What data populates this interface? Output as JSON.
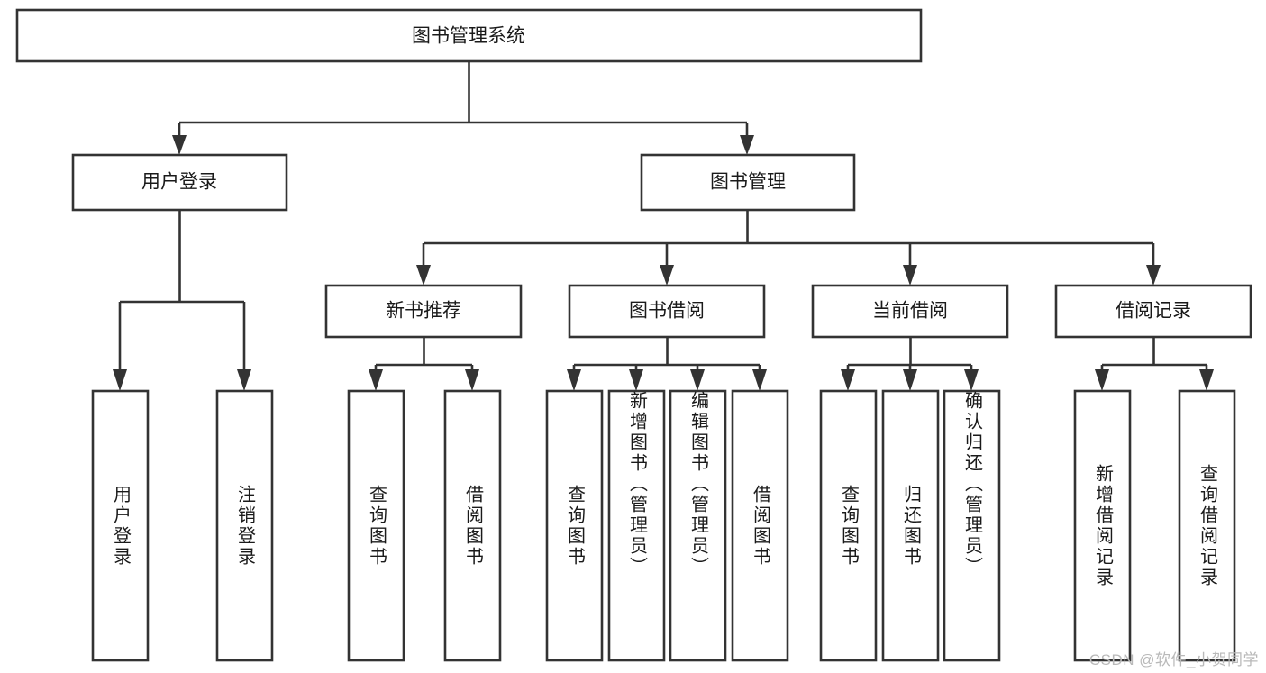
{
  "diagram": {
    "type": "tree-hierarchy-chart",
    "title": "图书管理系统",
    "root": {
      "id": "root",
      "label": "图书管理系统"
    },
    "level1": [
      {
        "id": "user-login",
        "label": "用户登录"
      },
      {
        "id": "book-management",
        "label": "图书管理"
      }
    ],
    "level2": [
      {
        "id": "new-book-recommend",
        "label": "新书推荐",
        "parent": "book-management"
      },
      {
        "id": "book-borrow",
        "label": "图书借阅",
        "parent": "book-management"
      },
      {
        "id": "current-borrow",
        "label": "当前借阅",
        "parent": "book-management"
      },
      {
        "id": "borrow-record",
        "label": "借阅记录",
        "parent": "book-management"
      }
    ],
    "leaves": {
      "user-login": [
        {
          "id": "leaf-user-login",
          "label": "用户登录"
        },
        {
          "id": "leaf-user-logout",
          "label": "注销登录"
        }
      ],
      "new-book-recommend": [
        {
          "id": "leaf-query-book-1",
          "label": "查询图书"
        },
        {
          "id": "leaf-borrow-book-1",
          "label": "借阅图书"
        }
      ],
      "book-borrow": [
        {
          "id": "leaf-query-book-2",
          "label": "查询图书"
        },
        {
          "id": "leaf-add-book",
          "label": "新增图书（管理员）"
        },
        {
          "id": "leaf-edit-book",
          "label": "编辑图书（管理员）"
        },
        {
          "id": "leaf-borrow-book-2",
          "label": "借阅图书"
        }
      ],
      "current-borrow": [
        {
          "id": "leaf-query-book-3",
          "label": "查询图书"
        },
        {
          "id": "leaf-return-book",
          "label": "归还图书"
        },
        {
          "id": "leaf-confirm-return",
          "label": "确认归还（管理员）"
        }
      ],
      "borrow-record": [
        {
          "id": "leaf-add-record",
          "label": "新增借阅记录"
        },
        {
          "id": "leaf-query-record",
          "label": "查询借阅记录"
        }
      ]
    },
    "colors": {
      "box_fill": "#ffffff",
      "box_stroke": "#333333",
      "text": "#1a1a1a",
      "background": "#ffffff",
      "watermark": "#b9b9b9"
    }
  },
  "watermark": {
    "text": "CSDN @软件_小贺同学"
  }
}
